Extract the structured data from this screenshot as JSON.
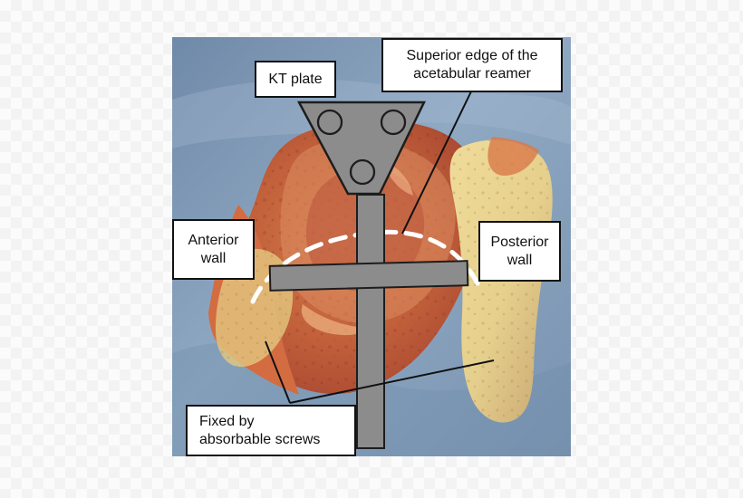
{
  "labels": {
    "kt_plate": "KT plate",
    "superior_edge": "Superior edge of the\nacetabular reamer",
    "anterior_wall": "Anterior\nwall",
    "posterior_wall": "Posterior\nwall",
    "fixed_by": "Fixed by\nabsorbable screws"
  },
  "colors": {
    "background_drape": "#8da6c1",
    "bone_red": "#c5653f",
    "bone_yellow": "#e6cf8a",
    "plate_gray": "#8c8c8c",
    "plate_outline": "#1d1d1d",
    "dashed_curve": "#ffffff"
  }
}
